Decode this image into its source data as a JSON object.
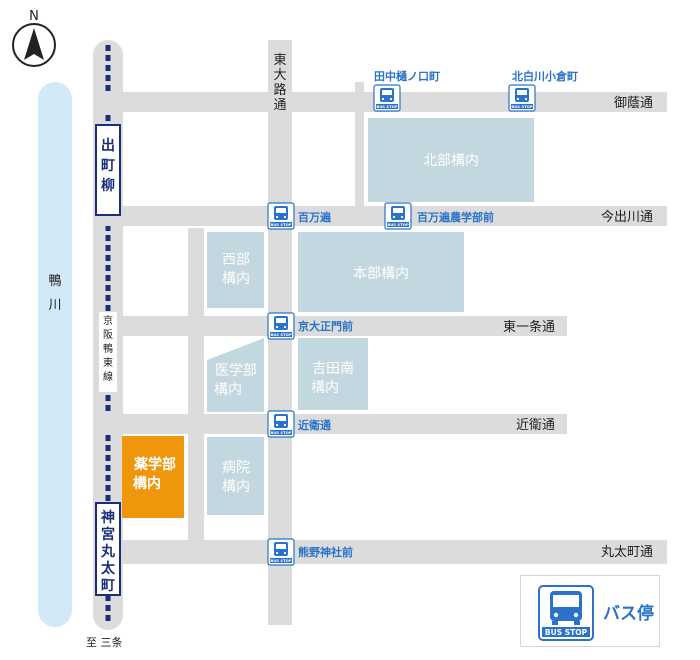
{
  "north": {
    "label": "N"
  },
  "river": {
    "label": [
      "鴨",
      "川"
    ]
  },
  "railway": {
    "line_label": [
      "京",
      "阪",
      "鴨",
      "東",
      "線"
    ],
    "stations": [
      {
        "name": [
          "出",
          "町",
          "柳"
        ]
      },
      {
        "name": [
          "神",
          "宮",
          "丸",
          "太",
          "町"
        ]
      }
    ],
    "direction_note": "至 三条"
  },
  "streets": {
    "mikage": "御蔭通",
    "imadegawa": "今出川通",
    "higashi_ichijo": "東一条通",
    "konoe": "近衛通",
    "marutamachi": "丸太町通",
    "higashi_oji": [
      "東",
      "大",
      "路",
      "通"
    ]
  },
  "bus_stops": [
    {
      "name": "田中樋ノ口町"
    },
    {
      "name": "北白川小倉町"
    },
    {
      "name": "百万遍"
    },
    {
      "name": "百万遍農学部前"
    },
    {
      "name": "京大正門前"
    },
    {
      "name": "近衛通"
    },
    {
      "name": "熊野神社前"
    }
  ],
  "campuses": {
    "north": "北部構内",
    "main": "本部構内",
    "west": [
      "西部",
      "構内"
    ],
    "yoshida_south": [
      "吉田南",
      "構内"
    ],
    "medicine": [
      "医学部",
      "構内"
    ],
    "hospital": [
      "病院",
      "構内"
    ],
    "pharmacy": [
      "薬学部",
      "構内"
    ]
  },
  "legend": {
    "label": "バス停",
    "icon_text": "BUS STOP"
  },
  "colors": {
    "road": "#dcdcdc",
    "campus": "#c2d7df",
    "highlight_campus": "#f0960c",
    "river": "#d2e9f7",
    "rail_frame": "#1a2f7a",
    "bus_blue": "#2a73c9"
  }
}
